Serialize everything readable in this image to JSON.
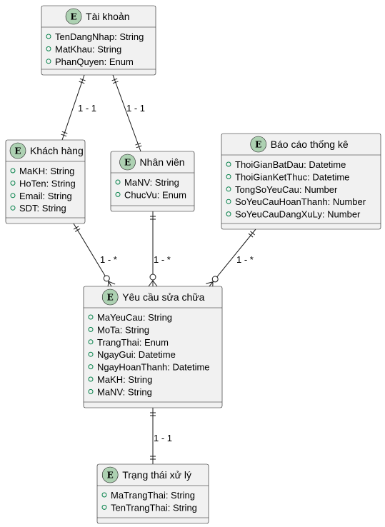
{
  "entities": [
    {
      "id": "tai-khoan",
      "badge": "E",
      "title": "Tài khoản",
      "attributes": [
        "TenDangNhap: String",
        "MatKhau: String",
        "PhanQuyen: Enum"
      ]
    },
    {
      "id": "khach-hang",
      "badge": "E",
      "title": "Khách hàng",
      "attributes": [
        "MaKH: String",
        "HoTen: String",
        "Email: String",
        "SDT: String"
      ]
    },
    {
      "id": "nhan-vien",
      "badge": "E",
      "title": "Nhân viên",
      "attributes": [
        "MaNV: String",
        "ChucVu: Enum"
      ]
    },
    {
      "id": "bao-cao",
      "badge": "E",
      "title": "Báo cáo thống kê",
      "attributes": [
        "ThoiGianBatDau: Datetime",
        "ThoiGianKetThuc: Datetime",
        "TongSoYeuCau: Number",
        "SoYeuCauHoanThanh: Number",
        "SoYeuCauDangXuLy: Number"
      ]
    },
    {
      "id": "yeu-cau",
      "badge": "E",
      "title": "Yêu cầu sửa chữa",
      "attributes": [
        "MaYeuCau: String",
        "MoTa: String",
        "TrangThai: Enum",
        "NgayGui: Datetime",
        "NgayHoanThanh: Datetime",
        "MaKH: String",
        "MaNV: String"
      ]
    },
    {
      "id": "trang-thai",
      "badge": "E",
      "title": "Trạng thái xử lý",
      "attributes": [
        "MaTrangThai: String",
        "TenTrangThai: String"
      ]
    }
  ],
  "relationships": [
    {
      "from": "tai-khoan",
      "to": "khach-hang",
      "label": "1 - 1",
      "from_end": "one",
      "to_end": "one"
    },
    {
      "from": "tai-khoan",
      "to": "nhan-vien",
      "label": "1 - 1",
      "from_end": "one",
      "to_end": "one"
    },
    {
      "from": "khach-hang",
      "to": "yeu-cau",
      "label": "1 - *",
      "from_end": "one",
      "to_end": "many"
    },
    {
      "from": "nhan-vien",
      "to": "yeu-cau",
      "label": "1 - *",
      "from_end": "one",
      "to_end": "many"
    },
    {
      "from": "bao-cao",
      "to": "yeu-cau",
      "label": "1 - *",
      "from_end": "one",
      "to_end": "many"
    },
    {
      "from": "yeu-cau",
      "to": "trang-thai",
      "label": "1 - 1",
      "from_end": "one",
      "to_end": "one"
    }
  ],
  "colors": {
    "badge": "#add1b2",
    "box_fill": "#f1f1f1",
    "border": "#181818",
    "visibility_marker": "#038048"
  }
}
